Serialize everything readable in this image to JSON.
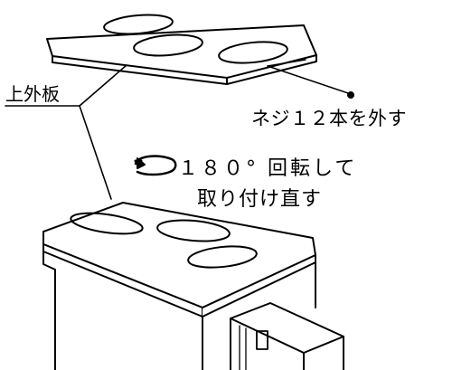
{
  "labels": {
    "upper_outer_panel": "上外板",
    "remove_screws": "ネジ１２本を外す",
    "rotate_line1": "１８０° 回転して",
    "rotate_line2": "取り付け直す"
  },
  "counts": {
    "screws": 12,
    "rotation_degrees": 180
  },
  "colors": {
    "line": "#000000",
    "background": "#ffffff"
  },
  "icons": {
    "rotation": "rotate-arrow-icon",
    "screw": "screw-icon"
  }
}
